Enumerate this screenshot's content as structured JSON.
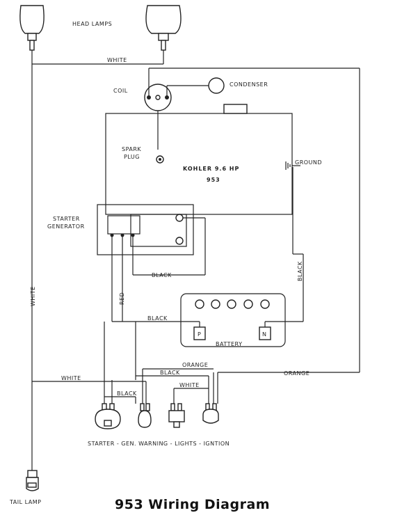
{
  "labels": {
    "head_lamps": "HEAD LAMPS",
    "coil": "COIL",
    "condenser": "CONDENSER",
    "spark": "SPARK",
    "plug": "PLUG",
    "engine_line1": "KOHLER 9.6 HP",
    "engine_line2": "953",
    "ground": "GROUND",
    "starter": "STARTER",
    "generator": "GENERATOR",
    "battery": "BATTERY",
    "terminal_p": "P",
    "terminal_n": "N",
    "switches": "STARTER - GEN. WARNING - LIGHTS - IGNTION",
    "tail_lamp": "TAIL LAMP",
    "title": "953  Wiring  Diagram"
  },
  "wires": {
    "white_top": "WHITE",
    "white_left": "WHITE",
    "white_mid": "WHITE",
    "white_lights": "WHITE",
    "black_gen": "BLACK",
    "black_battery": "BLACK",
    "black_right": "BLACK",
    "black_bottom": "BLACK",
    "black_switch": "BLACK",
    "red": "RED",
    "orange_mid": "ORANGE",
    "orange_right": "ORANGE"
  }
}
